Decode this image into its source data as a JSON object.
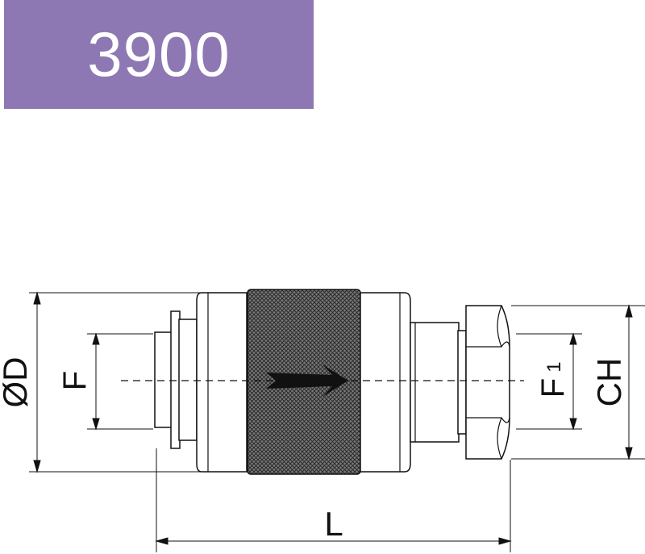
{
  "header": {
    "model": "3900",
    "background_color": "#8d78b3"
  },
  "drawing": {
    "labels": {
      "diameter": "ØD",
      "thread": "F",
      "thread_outlet_main": "F",
      "thread_outlet_sub": "1",
      "hex": "CH",
      "length": "L"
    },
    "flow_direction_icon": "arrow-right-icon",
    "knurl_color": "#555555"
  }
}
